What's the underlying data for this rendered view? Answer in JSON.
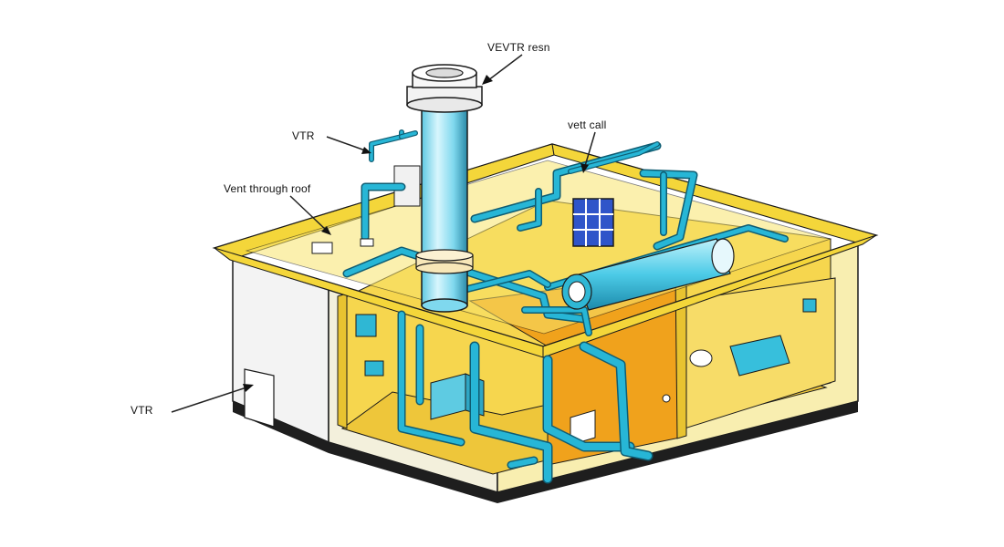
{
  "labels": {
    "vevtr": "VEVTR resn",
    "vtr_top": "VTR",
    "vent_through_roof": "Vent through roof",
    "vent_call": "vett call",
    "vtr_left": "VTR"
  },
  "colors": {
    "yellow": "#f4d63a",
    "wall": "#f7d95a",
    "floor": "#e9c53a",
    "pipe": "#27b6d6",
    "pipe_dark": "#0f5d73",
    "pipe_light": "#9fe8f6",
    "orange": "#f0a21c",
    "line": "#1a1a1a"
  }
}
